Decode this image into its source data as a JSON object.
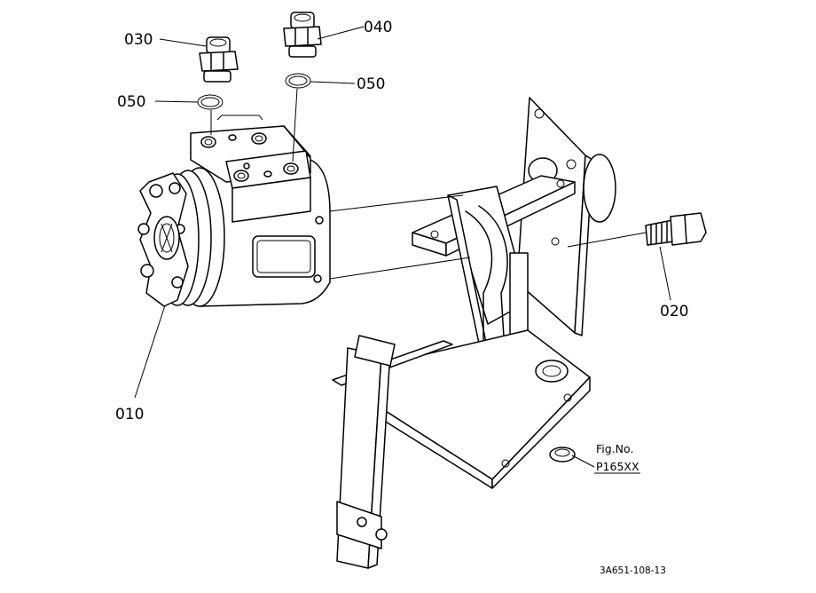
{
  "callouts": {
    "c010": "010",
    "c020": "020",
    "c030": "030",
    "c040": "040",
    "c050_left": "050",
    "c050_right": "050"
  },
  "figure": {
    "fig_label": "Fig.No.",
    "fig_number": "P165XX"
  },
  "drawing_code": "3A651-108-13"
}
